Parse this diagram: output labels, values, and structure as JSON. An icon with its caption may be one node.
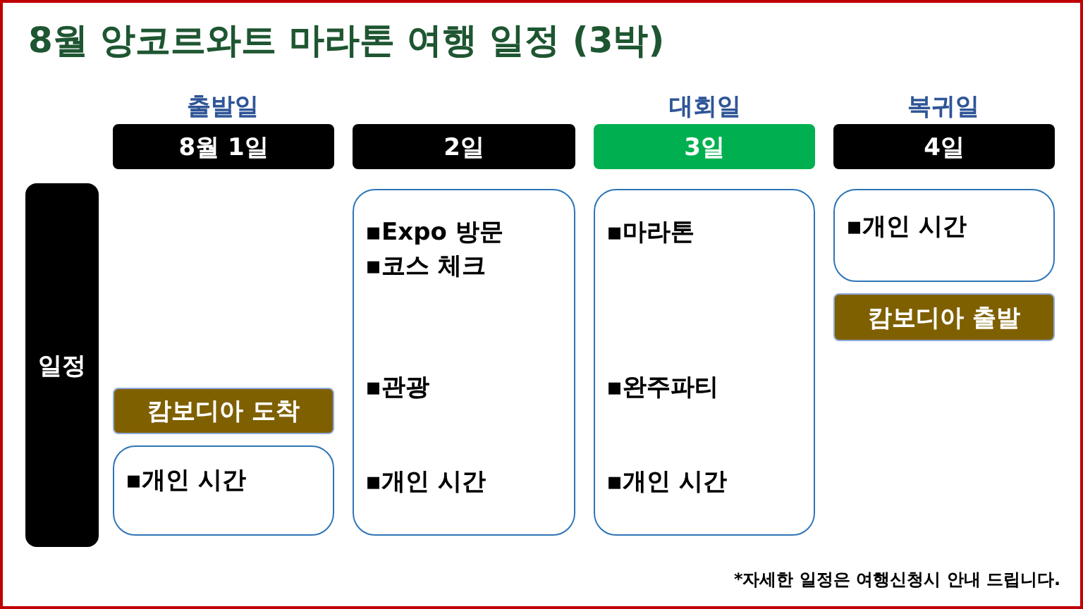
{
  "diagram": {
    "title": "8월 앙코르와트 마라톤 여행 일정 (3박)",
    "nodes": [
      {
        "text": [
          "8월 1일"
        ]
      },
      {
        "text": [
          "2일"
        ]
      },
      {
        "text": [
          "3일"
        ]
      },
      {
        "text": [
          "4일"
        ]
      },
      {
        "text": [
          "일정"
        ]
      },
      {
        "text": [
          "캄보디아 도착"
        ]
      },
      {
        "text": [
          "▪개인 시간"
        ]
      },
      {
        "text": [
          "▪Expo 방문",
          "▪코스 체크",
          "▪관광",
          "▪개인 시간"
        ]
      },
      {
        "text": [
          "▪마라톤",
          "▪완주파티",
          "▪개인 시간"
        ]
      },
      {
        "text": [
          "▪개인 시간"
        ]
      },
      {
        "text": [
          "캄보디아 출발"
        ]
      }
    ],
    "labels": [
      "출발일",
      "대회일",
      "복귀일",
      "*자세한 일정은 여행신청시 안내 드립니다."
    ]
  }
}
